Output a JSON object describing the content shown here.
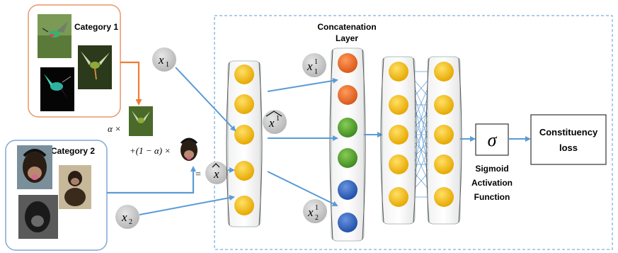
{
  "category1": {
    "label": "Category 1"
  },
  "category2": {
    "label": "Category 2"
  },
  "inputs": {
    "x1": {
      "base": "x",
      "sub": "1"
    },
    "x2": {
      "base": "x",
      "sub": "2"
    },
    "xhat": {
      "base": "x"
    }
  },
  "mix": {
    "alpha_prefix": "α ×",
    "one_minus_alpha_prefix": "+(1 − α) ×",
    "equals": "="
  },
  "concat": {
    "title_line1": "Concatenation",
    "title_line2": "Layer",
    "x1_1": {
      "base": "x",
      "sub": "1",
      "sup": "1"
    },
    "xhat1": {
      "base": "x",
      "sup": "1"
    },
    "x2_1": {
      "base": "x",
      "sub": "2",
      "sup": "1"
    },
    "node_colors": [
      "#ee7733",
      "#ee7733",
      "#55aa33",
      "#55aa33",
      "#3366cc",
      "#3366cc"
    ]
  },
  "sigmoid": {
    "symbol": "σ",
    "label_line1": "Sigmoid",
    "label_line2": "Activation",
    "label_line3": "Function"
  },
  "loss": {
    "label_line1": "Constituency",
    "label_line2": "loss"
  },
  "colors": {
    "arrow": "#5b9bd5",
    "node_yellow": "#ffc000",
    "cat1_border": "#e8956a",
    "cat2_border": "#7fa7d3",
    "dashed": "#5b9bd5",
    "orange_arrow": "#ed7d31"
  }
}
